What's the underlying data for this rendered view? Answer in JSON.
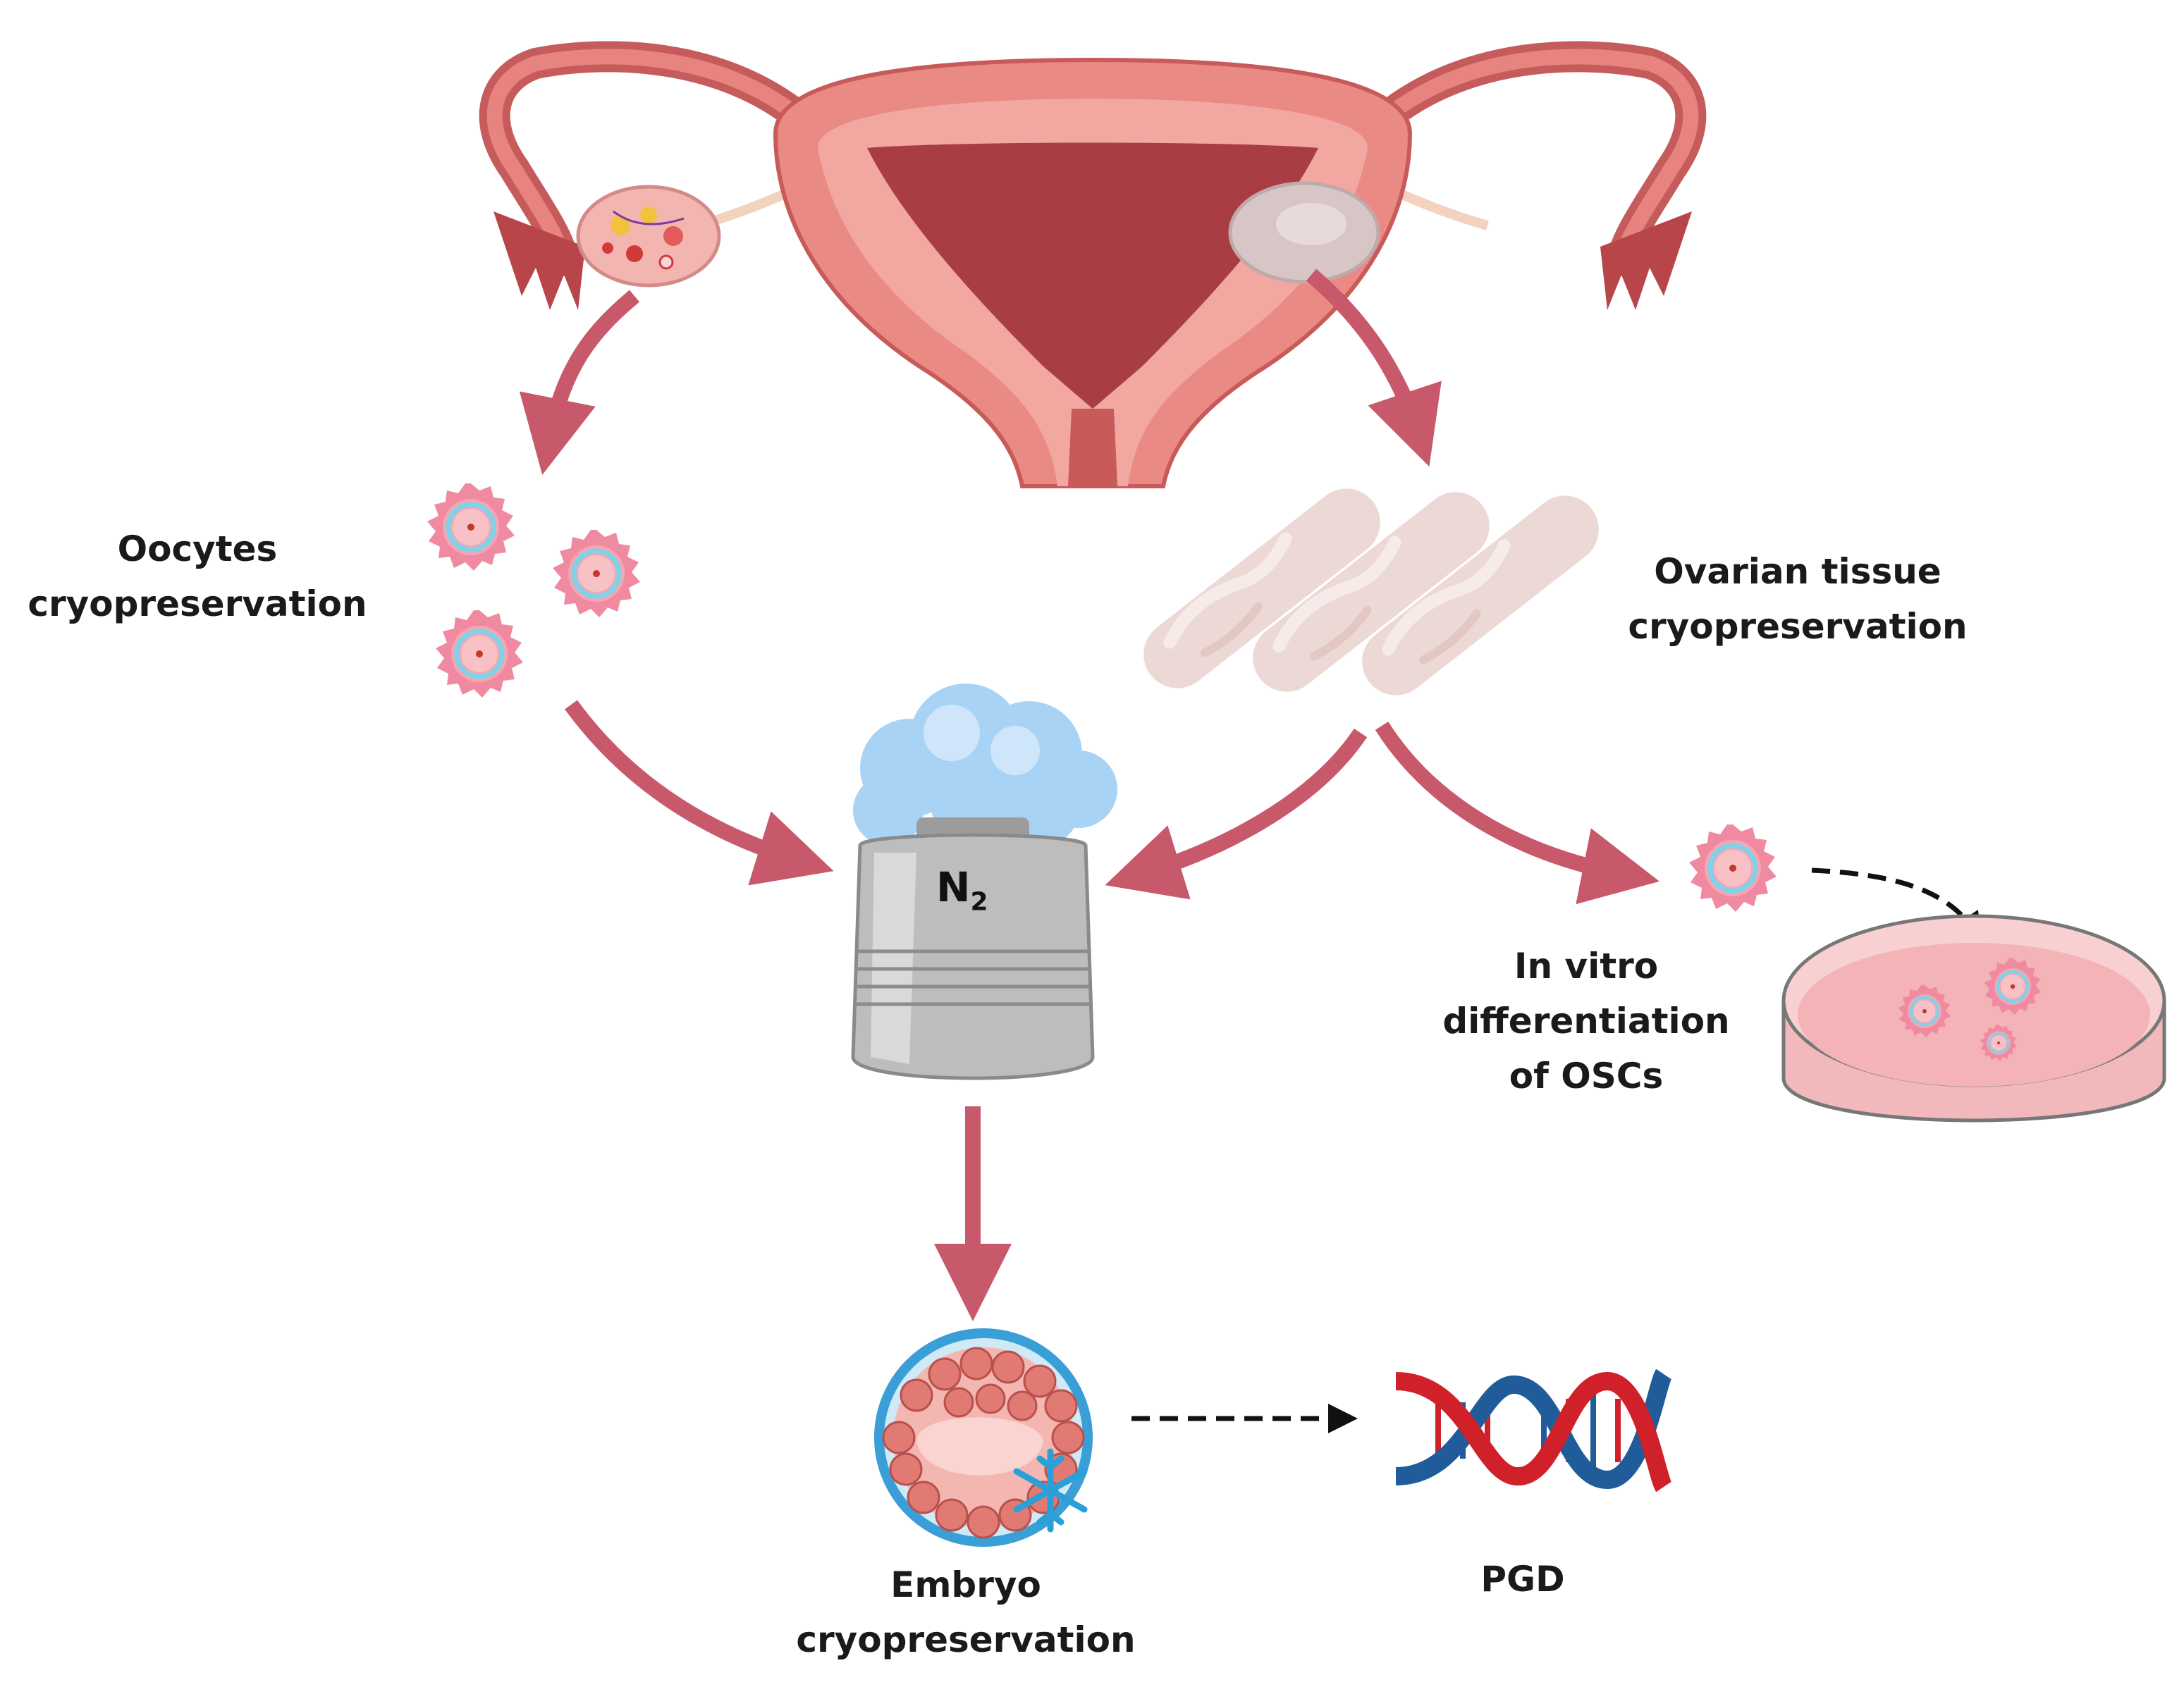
{
  "labels": {
    "oocytes": [
      "Oocytes",
      "cryopreservation"
    ],
    "ovarian": [
      "Ovarian tissue",
      "cryopreservation"
    ],
    "invitro": [
      "In vitro",
      "differentiation",
      "of OSCs"
    ],
    "embryo": [
      "Embryo",
      "cryopreservation"
    ],
    "pgd": "PGD",
    "tank_main": "N",
    "tank_sub": "2"
  },
  "icons": [
    "uterus-icon",
    "oocyte-icon",
    "ovarian-tissue-strip-icon",
    "nitrogen-tank-icon",
    "petri-dish-icon",
    "embryo-icon",
    "snowflake-icon",
    "dna-helix-icon"
  ],
  "colors": {
    "arrow": "#c8596a",
    "uterus": "#e8847f",
    "uterus_dark": "#b8454a",
    "oocyte": "#f08aa0",
    "oocyte_ring": "#7fd3e8",
    "tissue": "#ecd9d6",
    "tank": "#bdbdbd",
    "vapor": "#a9d3f5",
    "dna_red": "#d0202a",
    "dna_blue": "#1f5c99"
  }
}
